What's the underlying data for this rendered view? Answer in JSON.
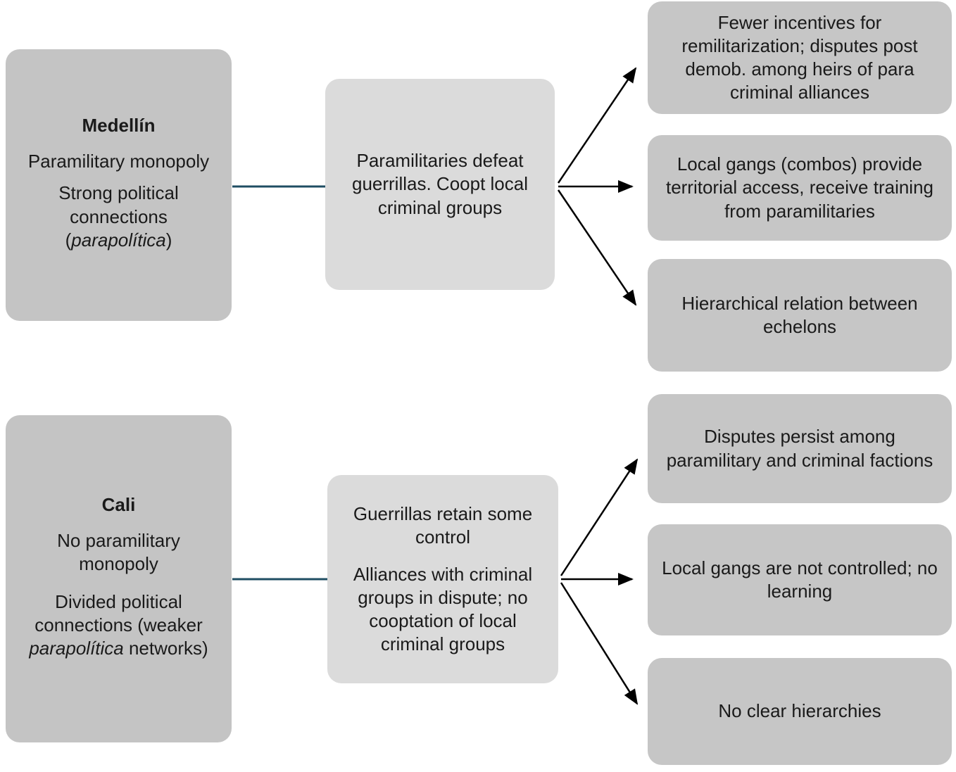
{
  "medellin": {
    "title": "Medellín",
    "monopoly": "Paramilitary  monopoly",
    "connections_pre": "Strong political connections (",
    "connections_italic": "parapolítica",
    "connections_post": ")",
    "process": "Paramilitaries defeat guerrillas. Coopt local criminal groups",
    "outcome1": "Fewer incentives for remilitarization; disputes post demob. among heirs of para criminal alliances",
    "outcome2": "Local gangs (combos) provide territorial access, receive training from paramilitaries",
    "outcome3": "Hierarchical relation between echelons"
  },
  "cali": {
    "title": "Cali",
    "monopoly": "No paramilitary monopoly",
    "connections_pre": "Divided political connections (weaker ",
    "connections_italic": "parapolítica",
    "connections_post": " networks)",
    "process_line1": "Guerrillas retain some control",
    "process_line2": "Alliances with criminal groups in dispute; no cooptation of local criminal groups",
    "outcome1": "Disputes persist among paramilitary and criminal factions",
    "outcome2": "Local gangs are not controlled; no learning",
    "outcome3": "No clear hierarchies"
  },
  "colors": {
    "case_box": "#c4c4c4",
    "process_box": "#dbdbdb",
    "outcome_box": "#c6c6c6",
    "connector_line": "#1f4e63",
    "arrow": "#000000",
    "text": "#1a1a1a"
  }
}
